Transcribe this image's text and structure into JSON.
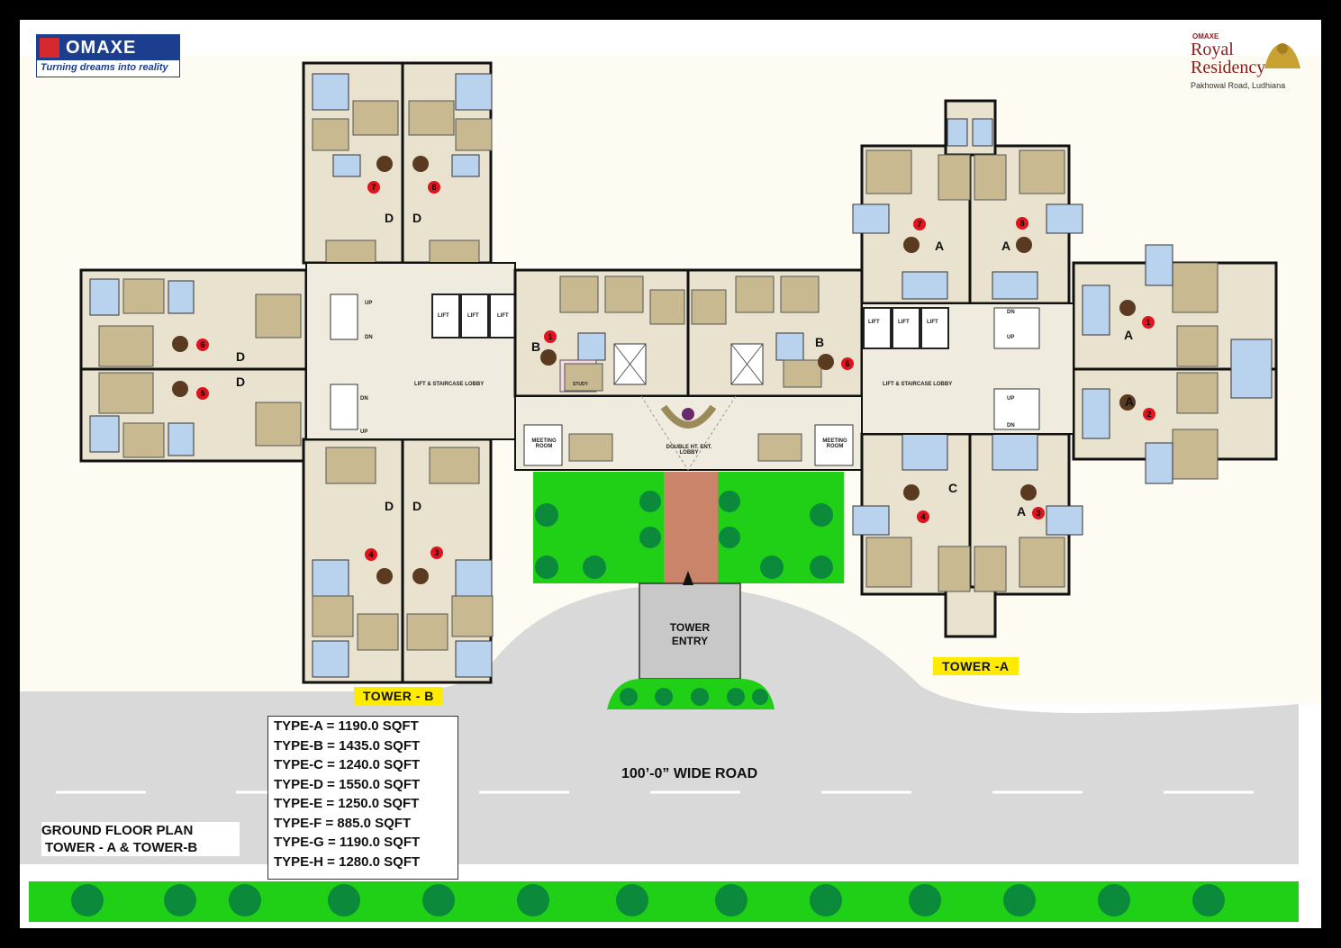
{
  "logo_left": {
    "name": "OMAXE",
    "tagline": "Turning dreams into reality"
  },
  "logo_right": {
    "brand": "OMAXE",
    "line1": "Royal",
    "line2": "Residency",
    "location": "Pakhowal Road, Ludhiana"
  },
  "towers": {
    "b": "TOWER - B",
    "a": "TOWER -A"
  },
  "tower_entry": {
    "line1": "TOWER",
    "line2": "ENTRY"
  },
  "road": "100’-0” WIDE ROAD",
  "plan_title": {
    "line1": "GROUND FLOOR PLAN",
    "line2": "TOWER - A  & TOWER-B"
  },
  "types": [
    "TYPE-A = 1190.0 SQFT",
    "TYPE-B = 1435.0 SQFT",
    "TYPE-C = 1240.0 SQFT",
    "TYPE-D = 1550.0 SQFT",
    "TYPE-E = 1250.0 SQFT",
    "TYPE-F =  885.0 SQFT",
    "TYPE-G =  1190.0 SQFT",
    "TYPE-H  = 1280.0 SQFT"
  ],
  "lobby": {
    "left": "LIFT & STAIRCASE LOBBY",
    "right": "LIFT & STAIRCASE LOBBY"
  },
  "lift": "LIFT",
  "up": "UP",
  "dn": "DN",
  "meeting": {
    "line1": "MEETING",
    "line2": "ROOM"
  },
  "double_lobby": {
    "line1": "DOUBLE HT. ENT.",
    "line2": "LOBBY"
  },
  "study": "STUDY",
  "units_b": [
    {
      "num": "7",
      "type": "D"
    },
    {
      "num": "8",
      "type": "D"
    },
    {
      "num": "6",
      "type": "D"
    },
    {
      "num": "5",
      "type": "D"
    },
    {
      "num": "4",
      "type": "D"
    },
    {
      "num": "3",
      "type": "D"
    },
    {
      "num": "1",
      "type": "B"
    },
    {
      "num": "6",
      "type": "B"
    }
  ],
  "units_a": [
    {
      "num": "7",
      "type": "A"
    },
    {
      "num": "8",
      "type": "A"
    },
    {
      "num": "1",
      "type": "A"
    },
    {
      "num": "2",
      "type": "A"
    },
    {
      "num": "4",
      "type": "C"
    },
    {
      "num": "3",
      "type": "A"
    }
  ],
  "colors": {
    "road": "#d9d9d9",
    "lawn": "#1fd016",
    "path": "#c9846a",
    "floor": "#e8e2cf",
    "bath": "#b9d3ee",
    "tag": "#ffeb00",
    "dot": "#e0141e"
  }
}
